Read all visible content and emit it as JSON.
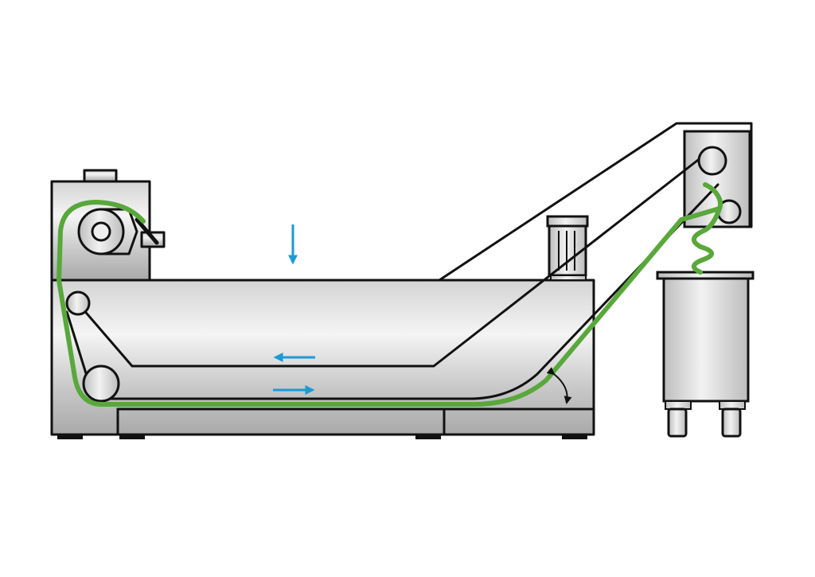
{
  "diagram": {
    "kind": "belt-filter-conveyor",
    "colors": {
      "background": "#ffffff",
      "metal_light": "#f2f2f2",
      "metal_dark": "#b9b9b9",
      "outline": "#111111",
      "filter_belt": "#58a83a",
      "flow_arrow": "#1a9ad6"
    },
    "icons": {
      "inlet_arrow": "arrow-down",
      "return_flow_arrow": "arrow-left",
      "forward_flow_arrow": "arrow-right",
      "angle_indicator": "curved-double-arrow"
    }
  }
}
